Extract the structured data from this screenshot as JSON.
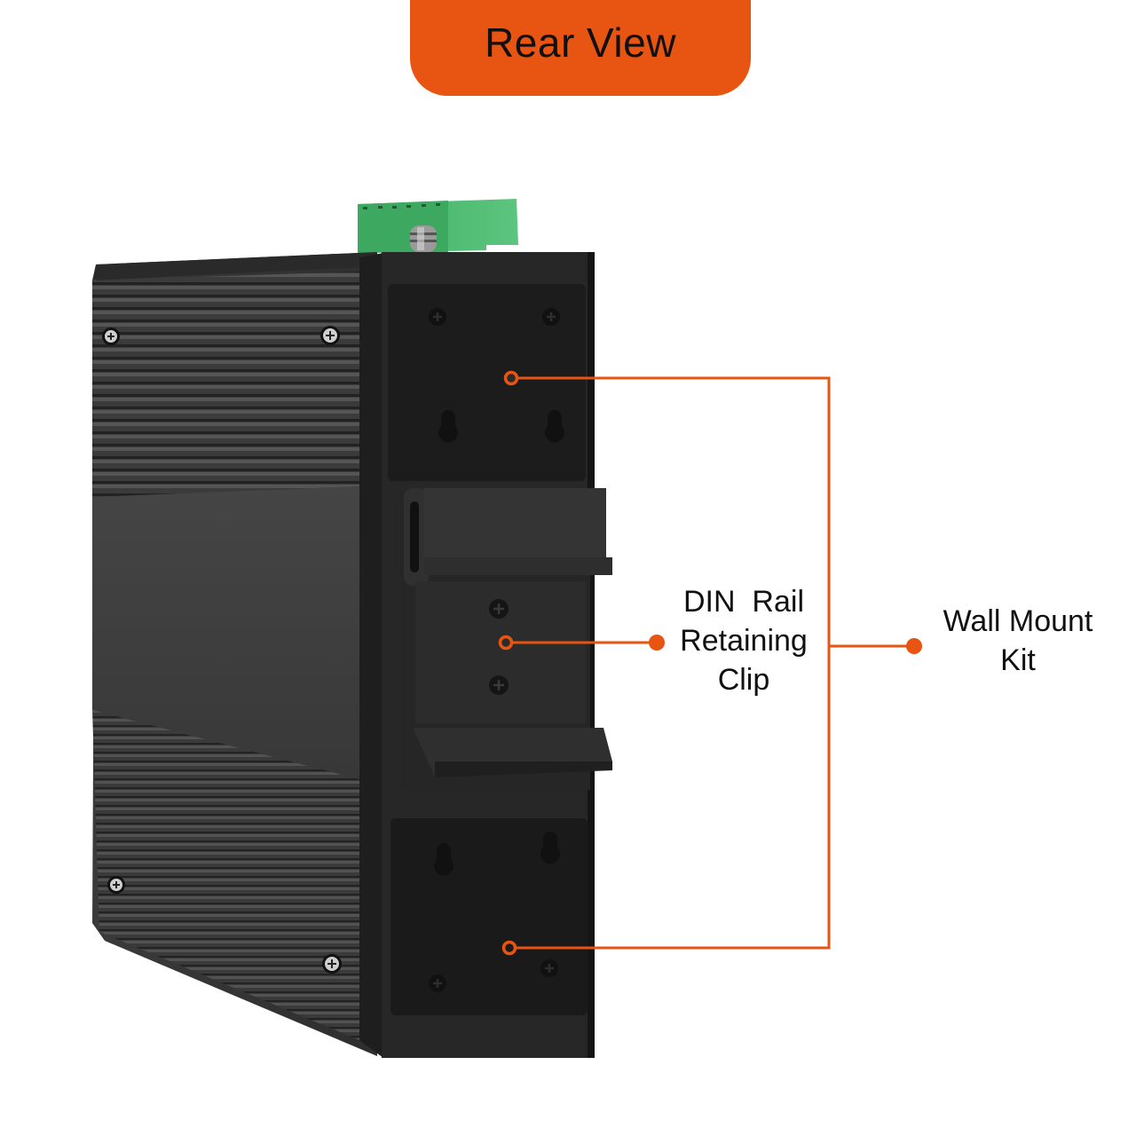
{
  "header": {
    "title": "Rear View"
  },
  "colors": {
    "accent": "#e85412",
    "device_body": "#2a2a2a",
    "terminal_block": "#4bbb72",
    "text": "#111111"
  },
  "callouts": {
    "din_rail": {
      "line1": "DIN  Rail",
      "line2": "Retaining",
      "line3": "Clip"
    },
    "wall_mount": {
      "line1": "Wall Mount",
      "line2": "Kit"
    }
  }
}
